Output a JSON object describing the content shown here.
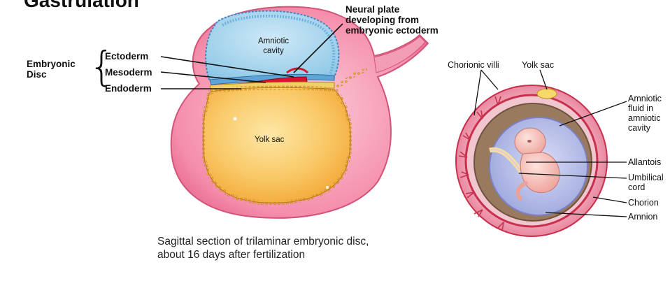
{
  "title_fragment": "Gastrulation",
  "left_figure": {
    "labels": {
      "neural_plate": "Neural plate\ndeveloping from\nembryonic ectoderm",
      "amniotic_cavity": "Amniotic\ncavity",
      "embryonic_disc": "Embryonic\nDisc",
      "ectoderm": "Ectoderm",
      "mesoderm": "Mesoderm",
      "endoderm": "Endoderm",
      "yolk_sac": "Yolk sac"
    },
    "caption": "Sagittal section of trilaminar embryonic disc, about 16 days after fertilization"
  },
  "right_figure": {
    "labels": {
      "chorionic_villi": "Chorionic villi",
      "yolk_sac": "Yolk sac",
      "amniotic_fluid": "Amniotic\nfluid in\namniotic\ncavity",
      "allantois": "Allantois",
      "umbilical_cord": "Umbilical\ncord",
      "chorion": "Chorion",
      "amnion": "Amnion"
    }
  },
  "colors": {
    "pink_wall": "#f07fa0",
    "pink_light": "#f8b7c9",
    "amniotic_blue": "#a7d4ec",
    "yolk_orange": "#f7c35c",
    "yolk_light": "#fde3a0",
    "mesoderm_red": "#d6162e",
    "ectoderm_blue": "#5ea5d6",
    "endoderm_yellow": "#e9c24a",
    "chorion_red": "#c8304e",
    "amnion_purple": "#b7b7e0",
    "fetus_skin": "#f6c6c0"
  }
}
